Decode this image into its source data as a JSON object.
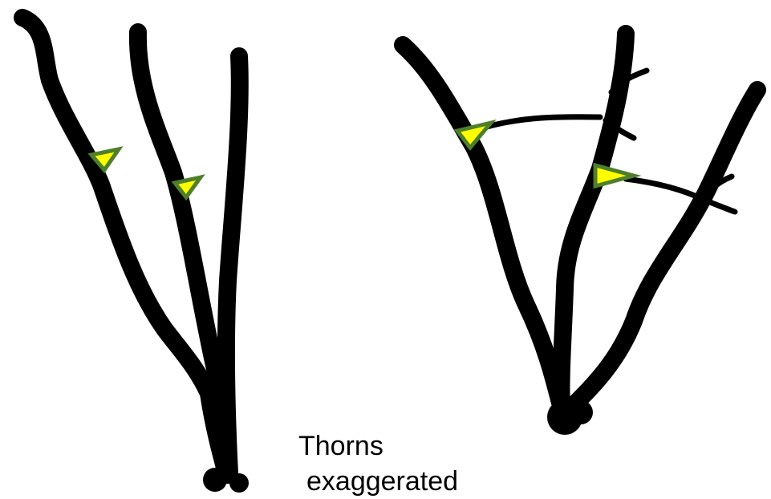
{
  "caption": {
    "line1": "Thorns",
    "line2": "exaggerated"
  },
  "colors": {
    "stem": "#000000",
    "thorn_fill": "#ffff00",
    "thorn_outline": "#4f7f2a",
    "background": "#ffffff"
  },
  "figures": [
    {
      "name": "stem-cluster-left",
      "stems": 3,
      "thorns": 2
    },
    {
      "name": "stem-cluster-right",
      "stems": 3,
      "thorns": 2,
      "side_branches": 2
    }
  ]
}
